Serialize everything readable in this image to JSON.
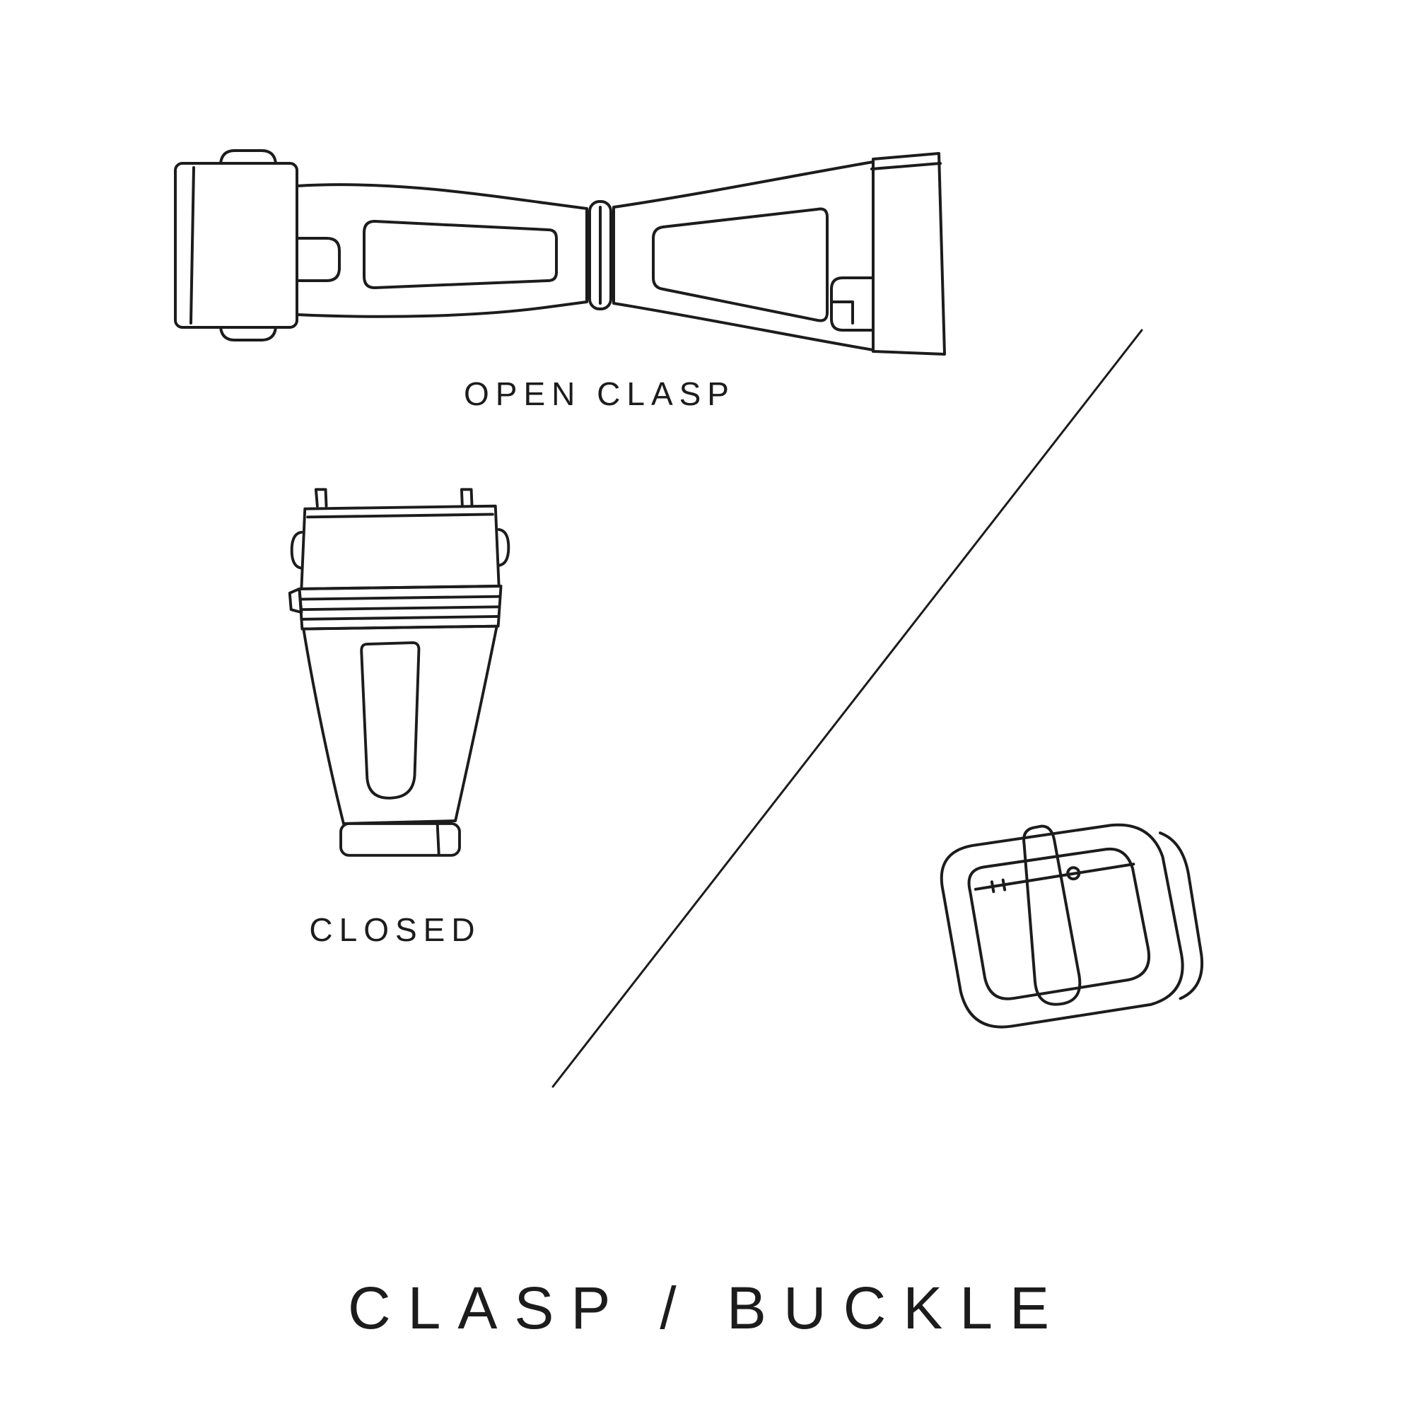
{
  "page": {
    "background": "#ffffff",
    "ink": "#1c1c1c"
  },
  "title": {
    "text": "CLASP / BUCKLE"
  },
  "figures": {
    "open_clasp": {
      "label": "OPEN CLASP"
    },
    "closed_clasp": {
      "label": "CLOSED"
    }
  }
}
